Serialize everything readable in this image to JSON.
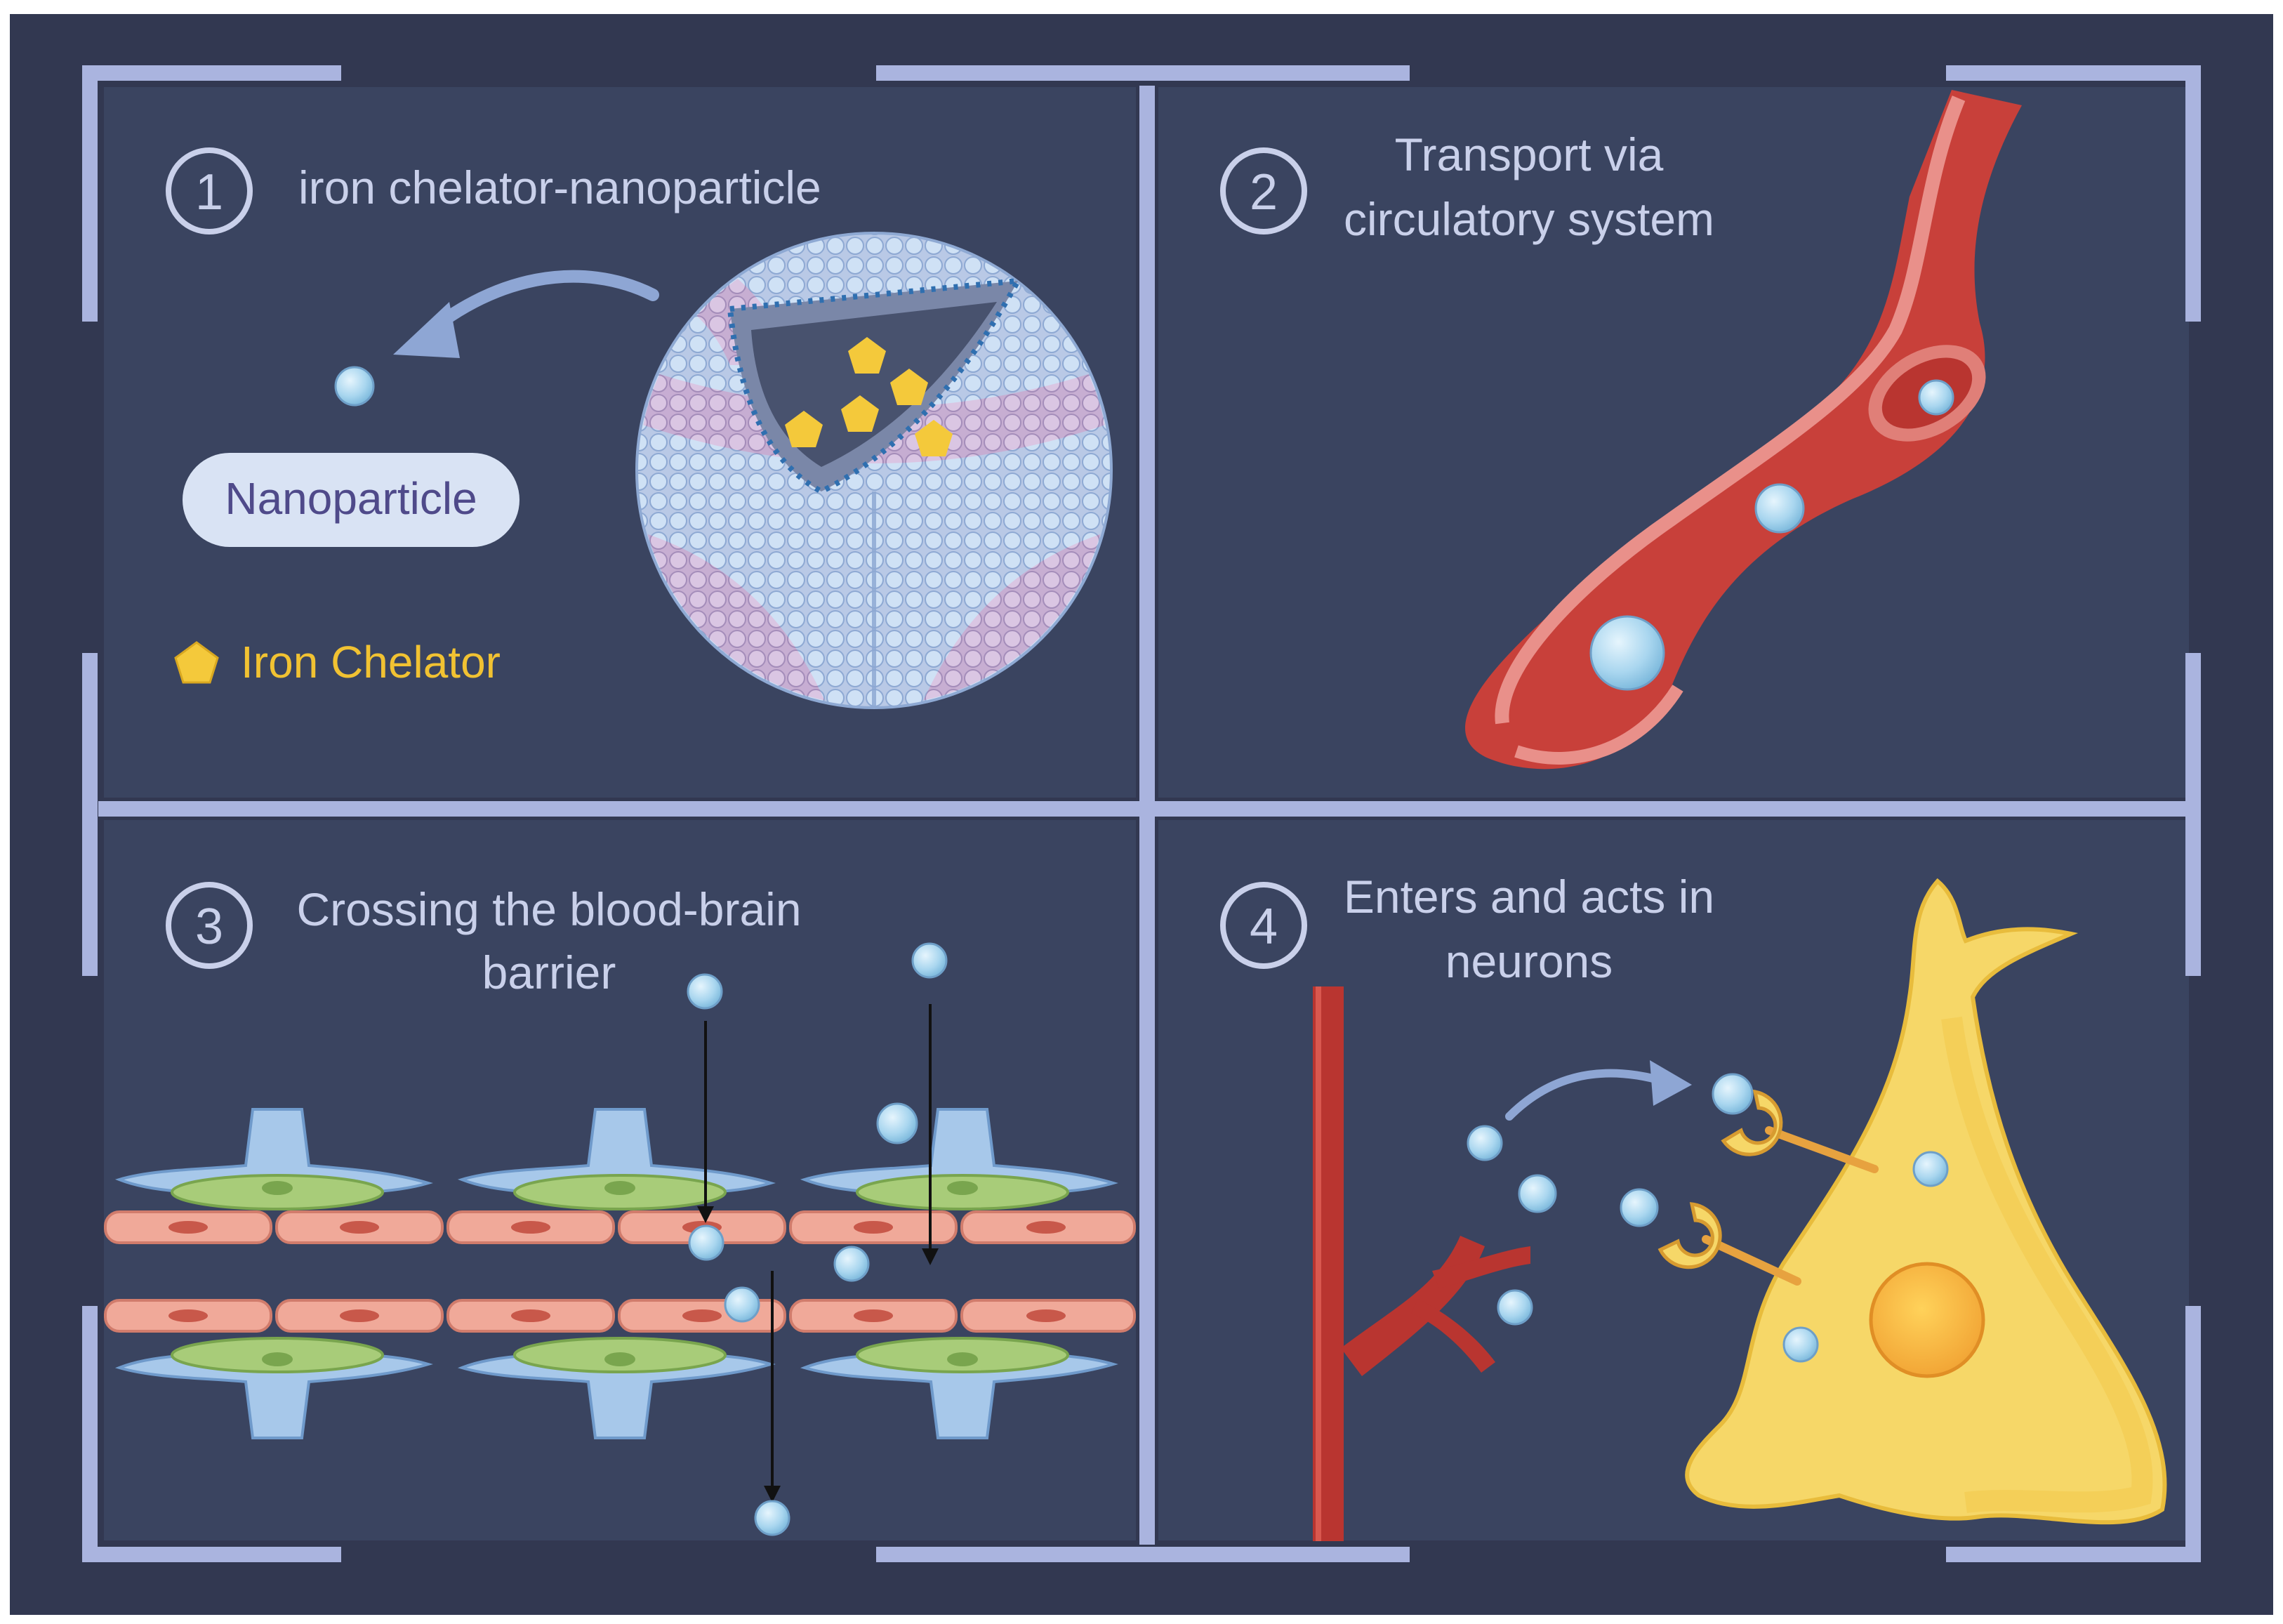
{
  "colors": {
    "outer_bg": "#323851",
    "panel_bg": "#3a4460",
    "frame": "#aab4df",
    "label_text": "#c9d0ea",
    "nanoparticle": "#a9d6ef",
    "chelator": "#f4c93b",
    "chelator_text": "#f1c232",
    "vessel_red": "#d2463f",
    "neuron_yellow": "#f6d768",
    "pill_bg": "#d9e3f4",
    "pill_text": "#4f4a8a"
  },
  "panels": [
    {
      "number": "1",
      "title": "iron chelator-nanoparticle"
    },
    {
      "number": "2",
      "title_lines": [
        "Transport via",
        "circulatory system"
      ]
    },
    {
      "number": "3",
      "title_lines": [
        "Crossing the blood-brain",
        "barrier"
      ]
    },
    {
      "number": "4",
      "title_lines": [
        "Enters and acts in",
        "neurons"
      ]
    }
  ],
  "labels": {
    "nanoparticle": "Nanoparticle",
    "iron_chelator": "Iron Chelator"
  },
  "icons": {
    "chelator_marker": "pentagon-icon",
    "panel_number_badge": "circle-badge"
  }
}
